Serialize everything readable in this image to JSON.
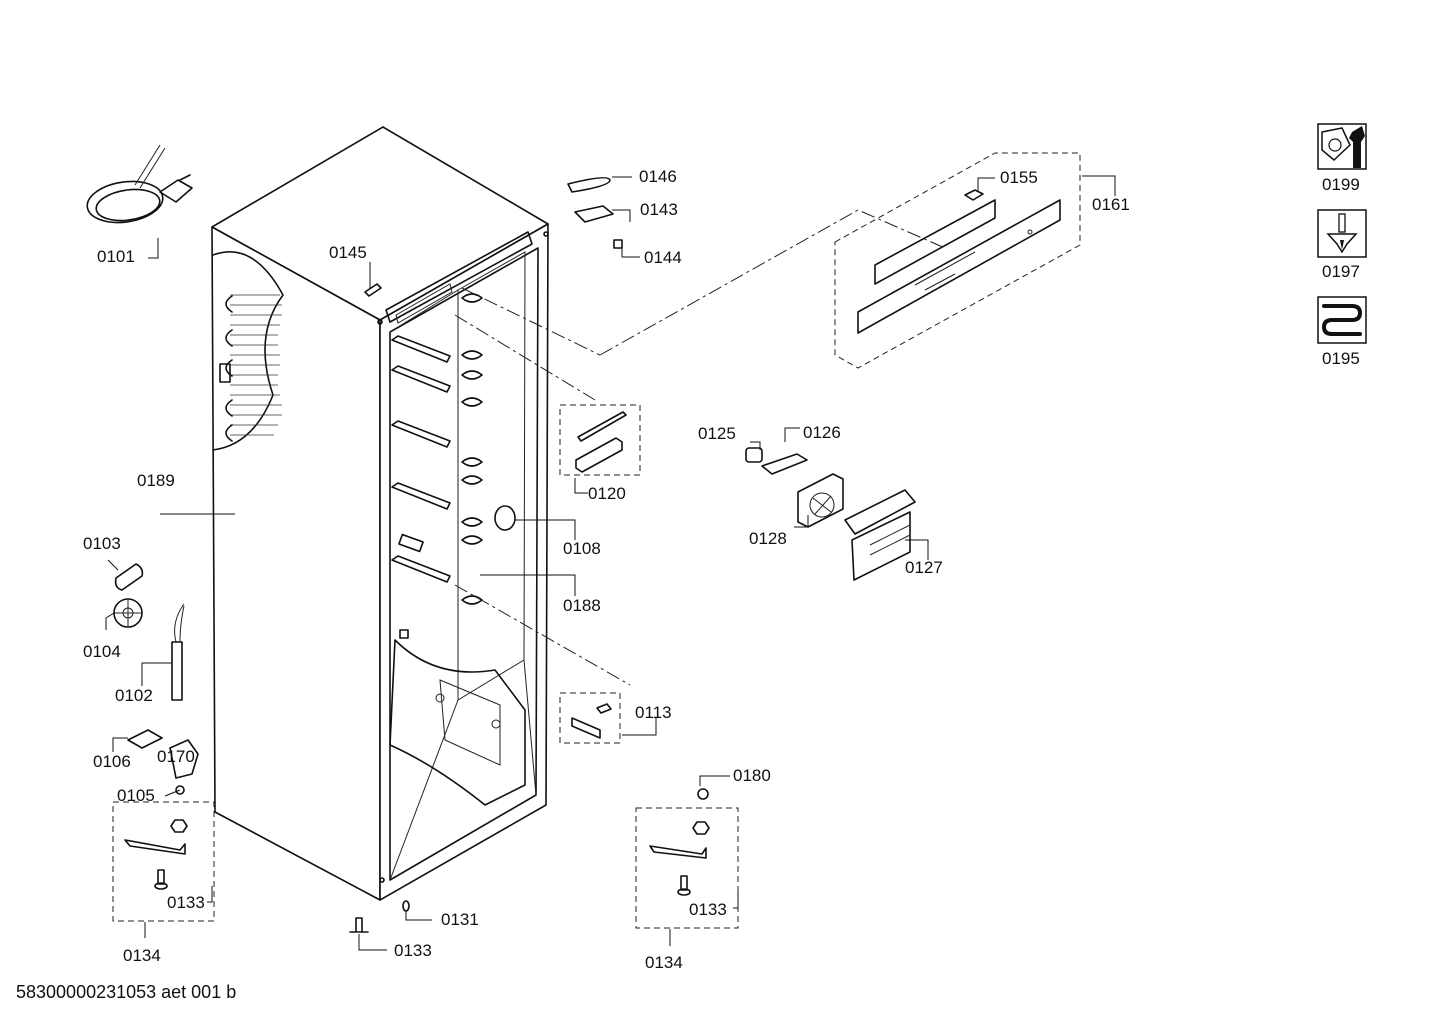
{
  "document_code": "58300000231053 aet 001 b",
  "labels": {
    "p0101": "0101",
    "p0145": "0145",
    "p0146": "0146",
    "p0143": "0143",
    "p0144": "0144",
    "p0155": "0155",
    "p0161": "0161",
    "p0189": "0189",
    "p0120": "0120",
    "p0125": "0125",
    "p0126": "0126",
    "p0128": "0128",
    "p0127": "0127",
    "p0108": "0108",
    "p0188": "0188",
    "p0103": "0103",
    "p0104": "0104",
    "p0102": "0102",
    "p0113": "0113",
    "p0106": "0106",
    "p0170": "0170",
    "p0105": "0105",
    "p0180": "0180",
    "p0133a": "0133",
    "p0134a": "0134",
    "p0131": "0131",
    "p0133b": "0133",
    "p0133c": "0133",
    "p0134b": "0134",
    "p0199": "0199",
    "p0197": "0197",
    "p0195": "0195"
  },
  "icons": {
    "tool": "wrench-nut-icon",
    "screw": "screwdriver-icon",
    "heater": "heating-coil-icon"
  }
}
